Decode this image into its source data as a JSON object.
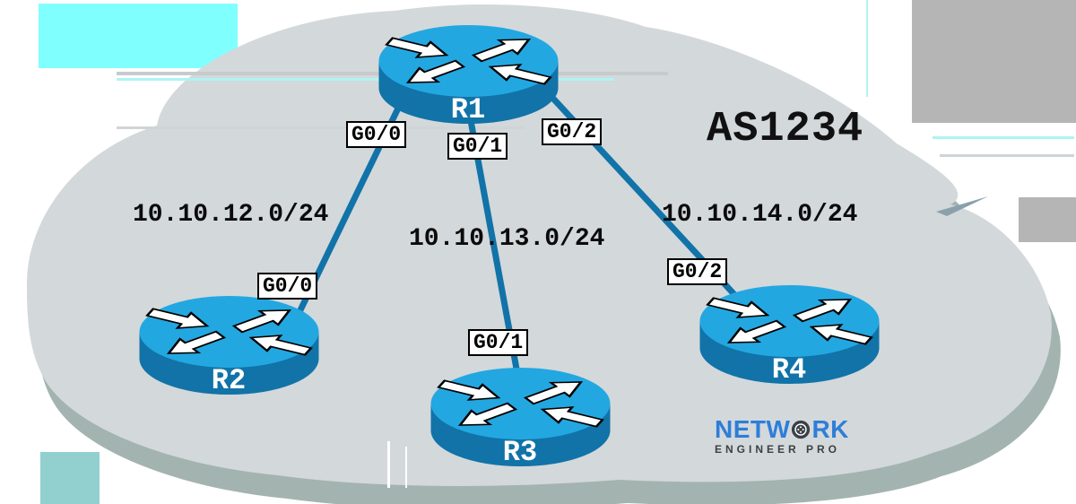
{
  "diagram": {
    "as_label": "AS1234",
    "routers": [
      {
        "id": "R1",
        "label": "R1"
      },
      {
        "id": "R2",
        "label": "R2"
      },
      {
        "id": "R3",
        "label": "R3"
      },
      {
        "id": "R4",
        "label": "R4"
      }
    ],
    "interfaces": [
      {
        "router": "R1",
        "label": "G0/0"
      },
      {
        "router": "R1",
        "label": "G0/1"
      },
      {
        "router": "R1",
        "label": "G0/2"
      },
      {
        "router": "R2",
        "label": "G0/0"
      },
      {
        "router": "R3",
        "label": "G0/1"
      },
      {
        "router": "R4",
        "label": "G0/2"
      }
    ],
    "links": [
      {
        "from": "R1",
        "to": "R2",
        "network": "10.10.12.0/24"
      },
      {
        "from": "R1",
        "to": "R3",
        "network": "10.10.13.0/24"
      },
      {
        "from": "R1",
        "to": "R4",
        "network": "10.10.14.0/24"
      }
    ],
    "networks": [
      {
        "label": "10.10.12.0/24"
      },
      {
        "label": "10.10.13.0/24"
      },
      {
        "label": "10.10.14.0/24"
      }
    ]
  },
  "logo": {
    "word_prefix": "NETW",
    "word_suffix": "RK",
    "subtitle": "ENGINEER PRO"
  },
  "colors": {
    "cloud": "#d3d8db",
    "cloud_shadow": "#a3b4b0",
    "link_blue": "#1173a8",
    "router_top": "#23a7e1",
    "router_body": "#1173a8",
    "logo_blue": "#2e7ed8",
    "logo_dark": "#3b4045"
  }
}
